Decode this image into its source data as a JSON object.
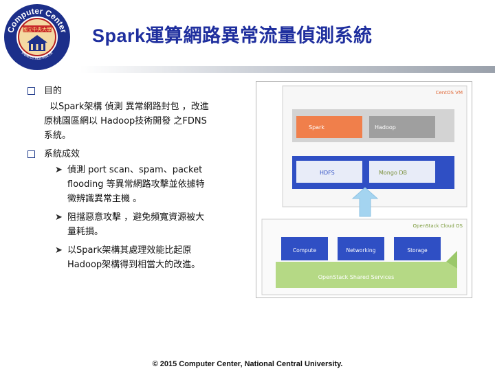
{
  "header": {
    "title": "Spark運算網路異常流量偵測系統",
    "logo": {
      "ring_text": "Computer Center",
      "url_text": "www.cc.ncu.edu.tw",
      "badge": "國立中央大學",
      "icon": "university-seal-icon"
    }
  },
  "content": {
    "sections": [
      {
        "heading": "目的",
        "body_lines": [
          "以Spark架構 偵測 異常網路封包 ，改進",
          "原桃園區網以 Hadoop技術開發 之FDNS",
          "系統。"
        ]
      },
      {
        "heading": "系統成效",
        "items": [
          {
            "lines": [
              "偵測 port scan、spam、packet",
              "flooding 等異常網路攻擊並依據特",
              "徵辨識異常主機 。"
            ]
          },
          {
            "lines": [
              "阻擋惡意攻擊 ，避免頻寬資源被大",
              "量耗損。"
            ]
          },
          {
            "lines": [
              "以Spark架構其處理效能比起原",
              "Hadoop架構得到相當大的改進。"
            ]
          }
        ]
      }
    ],
    "bullet_icons": {
      "level1": "hollow-square-bullet-icon",
      "level2": "arrowhead-bullet-icon"
    }
  },
  "diagram": {
    "centos_label": "CentOS VM",
    "spark_label": "Spark",
    "hadoop_label": "Hadoop",
    "hdfs_label": "HDFS",
    "mongodb_label": "Mongo DB",
    "openstack_label": "OpenStack Cloud OS",
    "compute_label": "Compute",
    "networking_label": "Networking",
    "storage_label": "Storage",
    "shared_services_label": "OpenStack Shared Services",
    "arrow_icon": "up-arrow-icon"
  },
  "footer": {
    "copyright": "© 2015 Computer Center, National Central University."
  },
  "colors": {
    "title": "#1f2f9e",
    "spark": "#f07f4b",
    "hadoop": "#9f9f9f",
    "storage_layer": "#2f4fc4",
    "openstack_layer": "#b5d985",
    "arrow": "#a4d4f0"
  }
}
